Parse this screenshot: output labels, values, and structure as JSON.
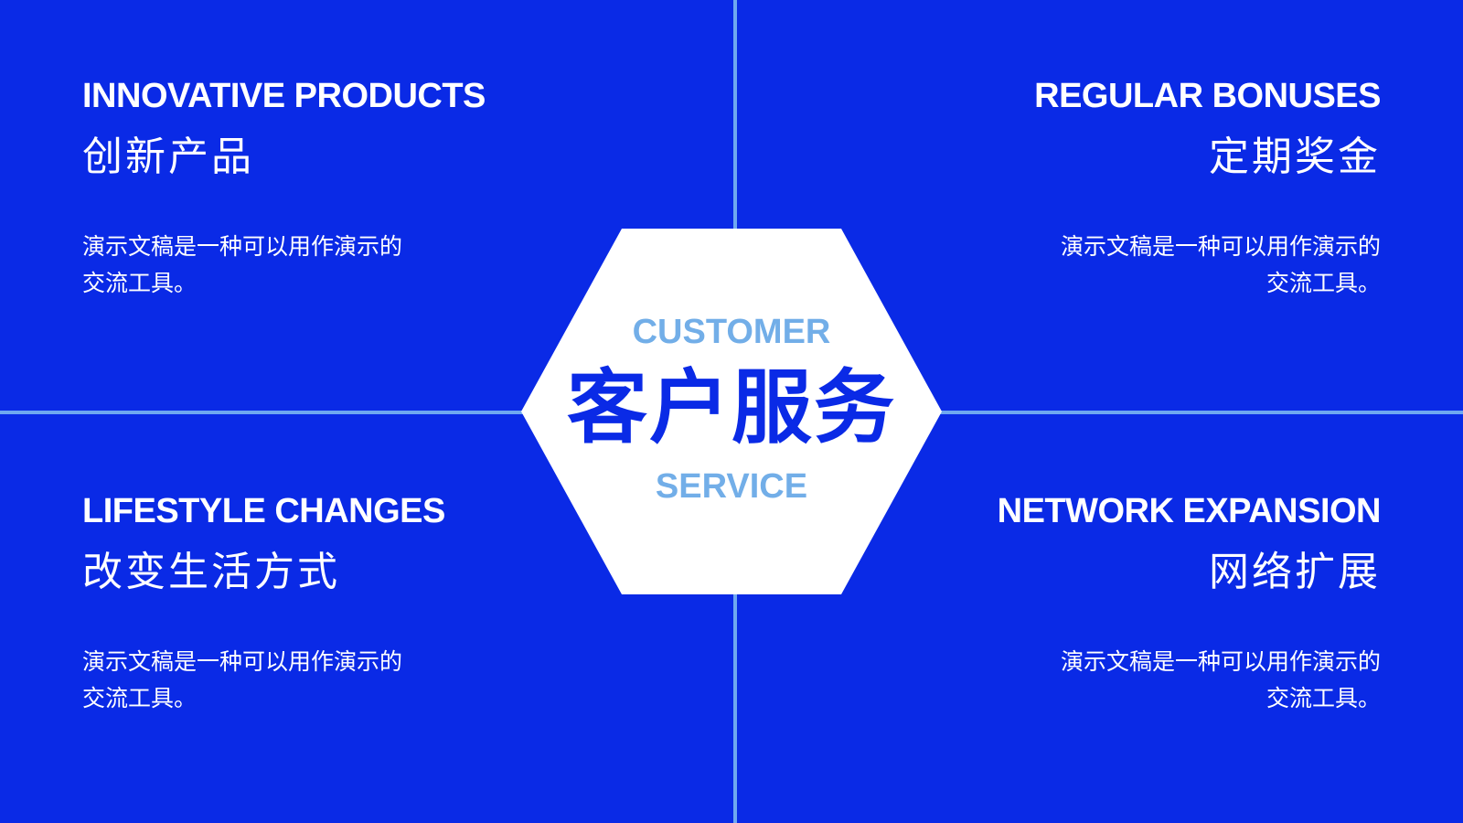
{
  "center": {
    "en_top": "CUSTOMER",
    "zh": "客户服务",
    "en_bottom": "SERVICE"
  },
  "quadrants": [
    {
      "title_en": "INNOVATIVE PRODUCTS",
      "title_zh": "创新产品",
      "description": "演示文稿是一种可以用作演示的交流工具。"
    },
    {
      "title_en": "REGULAR BONUSES",
      "title_zh": "定期奖金",
      "description": "演示文稿是一种可以用作演示的交流工具。"
    },
    {
      "title_en": "LIFESTYLE CHANGES",
      "title_zh": "改变生活方式",
      "description": "演示文稿是一种可以用作演示的交流工具。"
    },
    {
      "title_en": "NETWORK EXPANSION",
      "title_zh": "网络扩展",
      "description": "演示文稿是一种可以用作演示的交流工具。"
    }
  ],
  "colors": {
    "background": "#0a2ae6",
    "divider": "#6fa8f0",
    "hexagon": "#ffffff",
    "center_en": "#72aee8",
    "center_zh": "#0a2ae6",
    "text": "#ffffff"
  }
}
